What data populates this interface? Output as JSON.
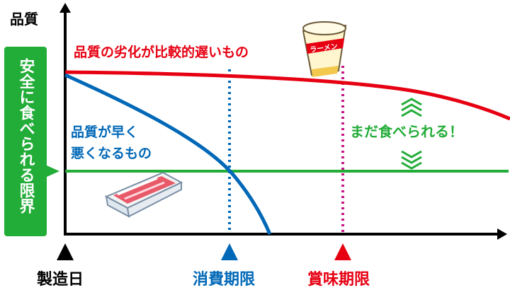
{
  "diagram": {
    "y_axis_label": "品質",
    "safe_limit_label": "安全に食べられる限界",
    "slow_curve_label": "品質の劣化が比較的遅いもの",
    "fast_curve_label_line1": "品質が早く",
    "fast_curve_label_line2": "悪くなるもの",
    "still_edible_label": "まだ食べられる！",
    "markers": {
      "manufacture_date": "製造日",
      "consume_by": "消費期限",
      "best_before": "賞味期限"
    },
    "ramen_cup_text": "ラーメン",
    "colors": {
      "slow_curve": "#e60012",
      "fast_curve": "#0068b7",
      "safe_limit": "#22ac38",
      "consume_by": "#0068b7",
      "best_before": "#e4007f",
      "axis": "#000000"
    }
  }
}
